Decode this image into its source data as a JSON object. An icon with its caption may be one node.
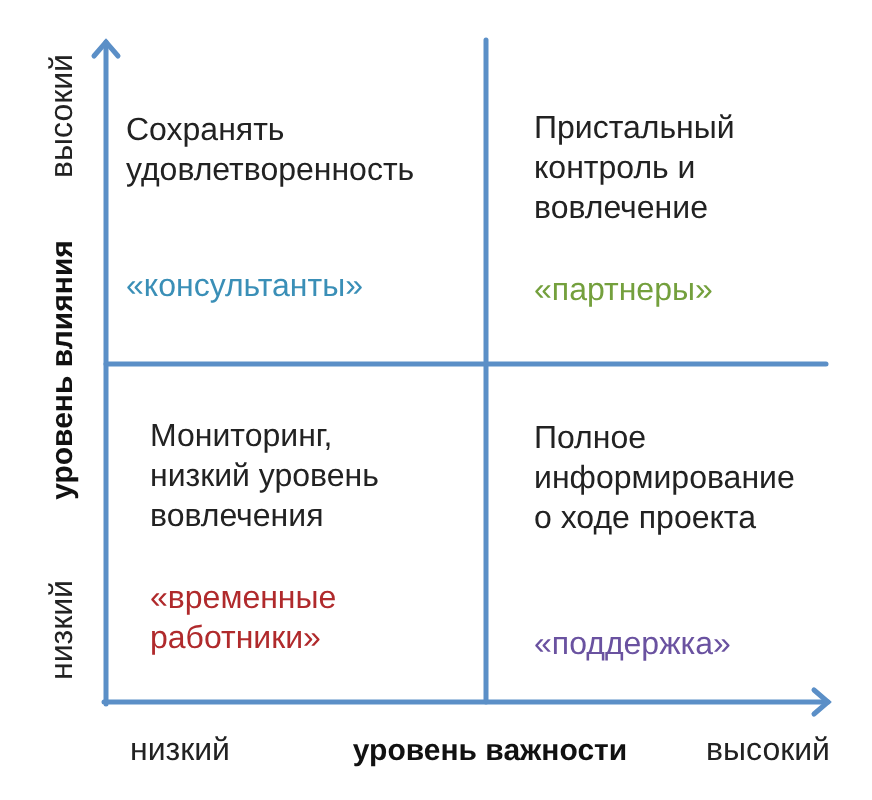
{
  "diagram": {
    "nodes": [
      {
        "text": [
          "Сохранять удовлетворенность",
          "«консультанты»"
        ]
      },
      {
        "text": [
          "Пристальный контроль и вовлечение",
          "«партнеры»"
        ]
      },
      {
        "text": [
          "Мониторинг, низкий уровень вовлечения",
          "«временные работники»"
        ]
      },
      {
        "text": [
          "Полное информирование о ходе проекта",
          "«поддержка»"
        ]
      }
    ],
    "labels": [
      "высокий",
      "уровень влияния",
      "низкий",
      "низкий",
      "уровень важности",
      "высокий"
    ]
  }
}
